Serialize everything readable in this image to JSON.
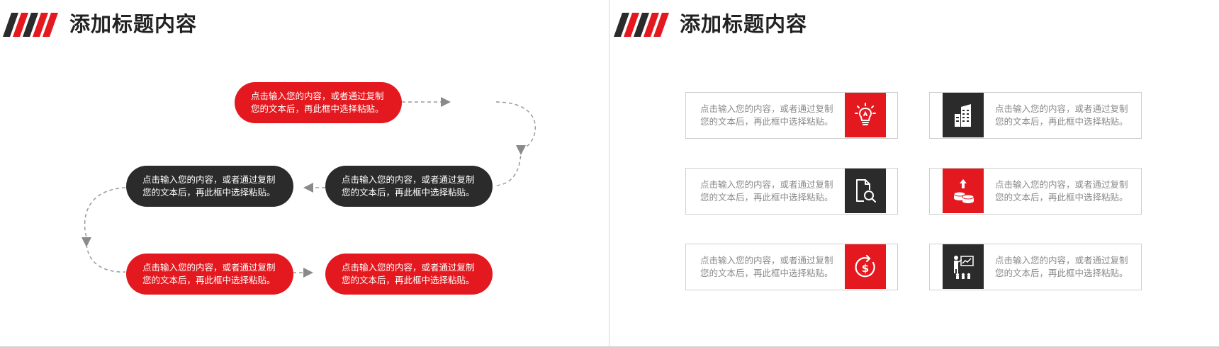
{
  "left_slide": {
    "title": "添加标题内容",
    "steps": [
      {
        "line1": "点击输入您的内容，或者通过复制",
        "line2": "您的文本后，再此框中选择粘贴。",
        "color": "#e3191f"
      },
      {
        "line1": "点击输入您的内容，或者通过复制",
        "line2": "您的文本后，再此框中选择粘贴。",
        "color": "#2b2b2b"
      },
      {
        "line1": "点击输入您的内容，或者通过复制",
        "line2": "您的文本后，再此框中选择粘贴。",
        "color": "#2b2b2b"
      },
      {
        "line1": "点击输入您的内容，或者通过复制",
        "line2": "您的文本后，再此框中选择粘贴。",
        "color": "#e3191f"
      },
      {
        "line1": "点击输入您的内容，或者通过复制",
        "line2": "您的文本后，再此框中选择粘贴。",
        "color": "#e3191f"
      }
    ]
  },
  "right_slide": {
    "title": "添加标题内容",
    "cards": [
      {
        "line1": "点击输入您的内容，或者通过复制",
        "line2": "您的文本后，再此框中选择粘贴。",
        "icon": "lightbulb-icon",
        "icon_bg": "#e3191f"
      },
      {
        "line1": "点击输入您的内容，或者通过复制",
        "line2": "您的文本后，再此框中选择粘贴。",
        "icon": "building-icon",
        "icon_bg": "#2b2b2b"
      },
      {
        "line1": "点击输入您的内容，或者通过复制",
        "line2": "您的文本后，再此框中选择粘贴。",
        "icon": "document-search-icon",
        "icon_bg": "#2b2b2b"
      },
      {
        "line1": "点击输入您的内容，或者通过复制",
        "line2": "您的文本后，再此框中选择粘贴。",
        "icon": "coins-growth-icon",
        "icon_bg": "#e3191f"
      },
      {
        "line1": "点击输入您的内容，或者通过复制",
        "line2": "您的文本后，再此框中选择粘贴。",
        "icon": "dollar-cycle-icon",
        "icon_bg": "#e3191f"
      },
      {
        "line1": "点击输入您的内容，或者通过复制",
        "line2": "您的文本后，再此框中选择粘贴。",
        "icon": "presentation-audience-icon",
        "icon_bg": "#2b2b2b"
      }
    ]
  },
  "colors": {
    "accent": "#e3191f",
    "dark": "#2b2b2b",
    "border": "#cfcfcf",
    "body_text": "#8a8a8a"
  }
}
